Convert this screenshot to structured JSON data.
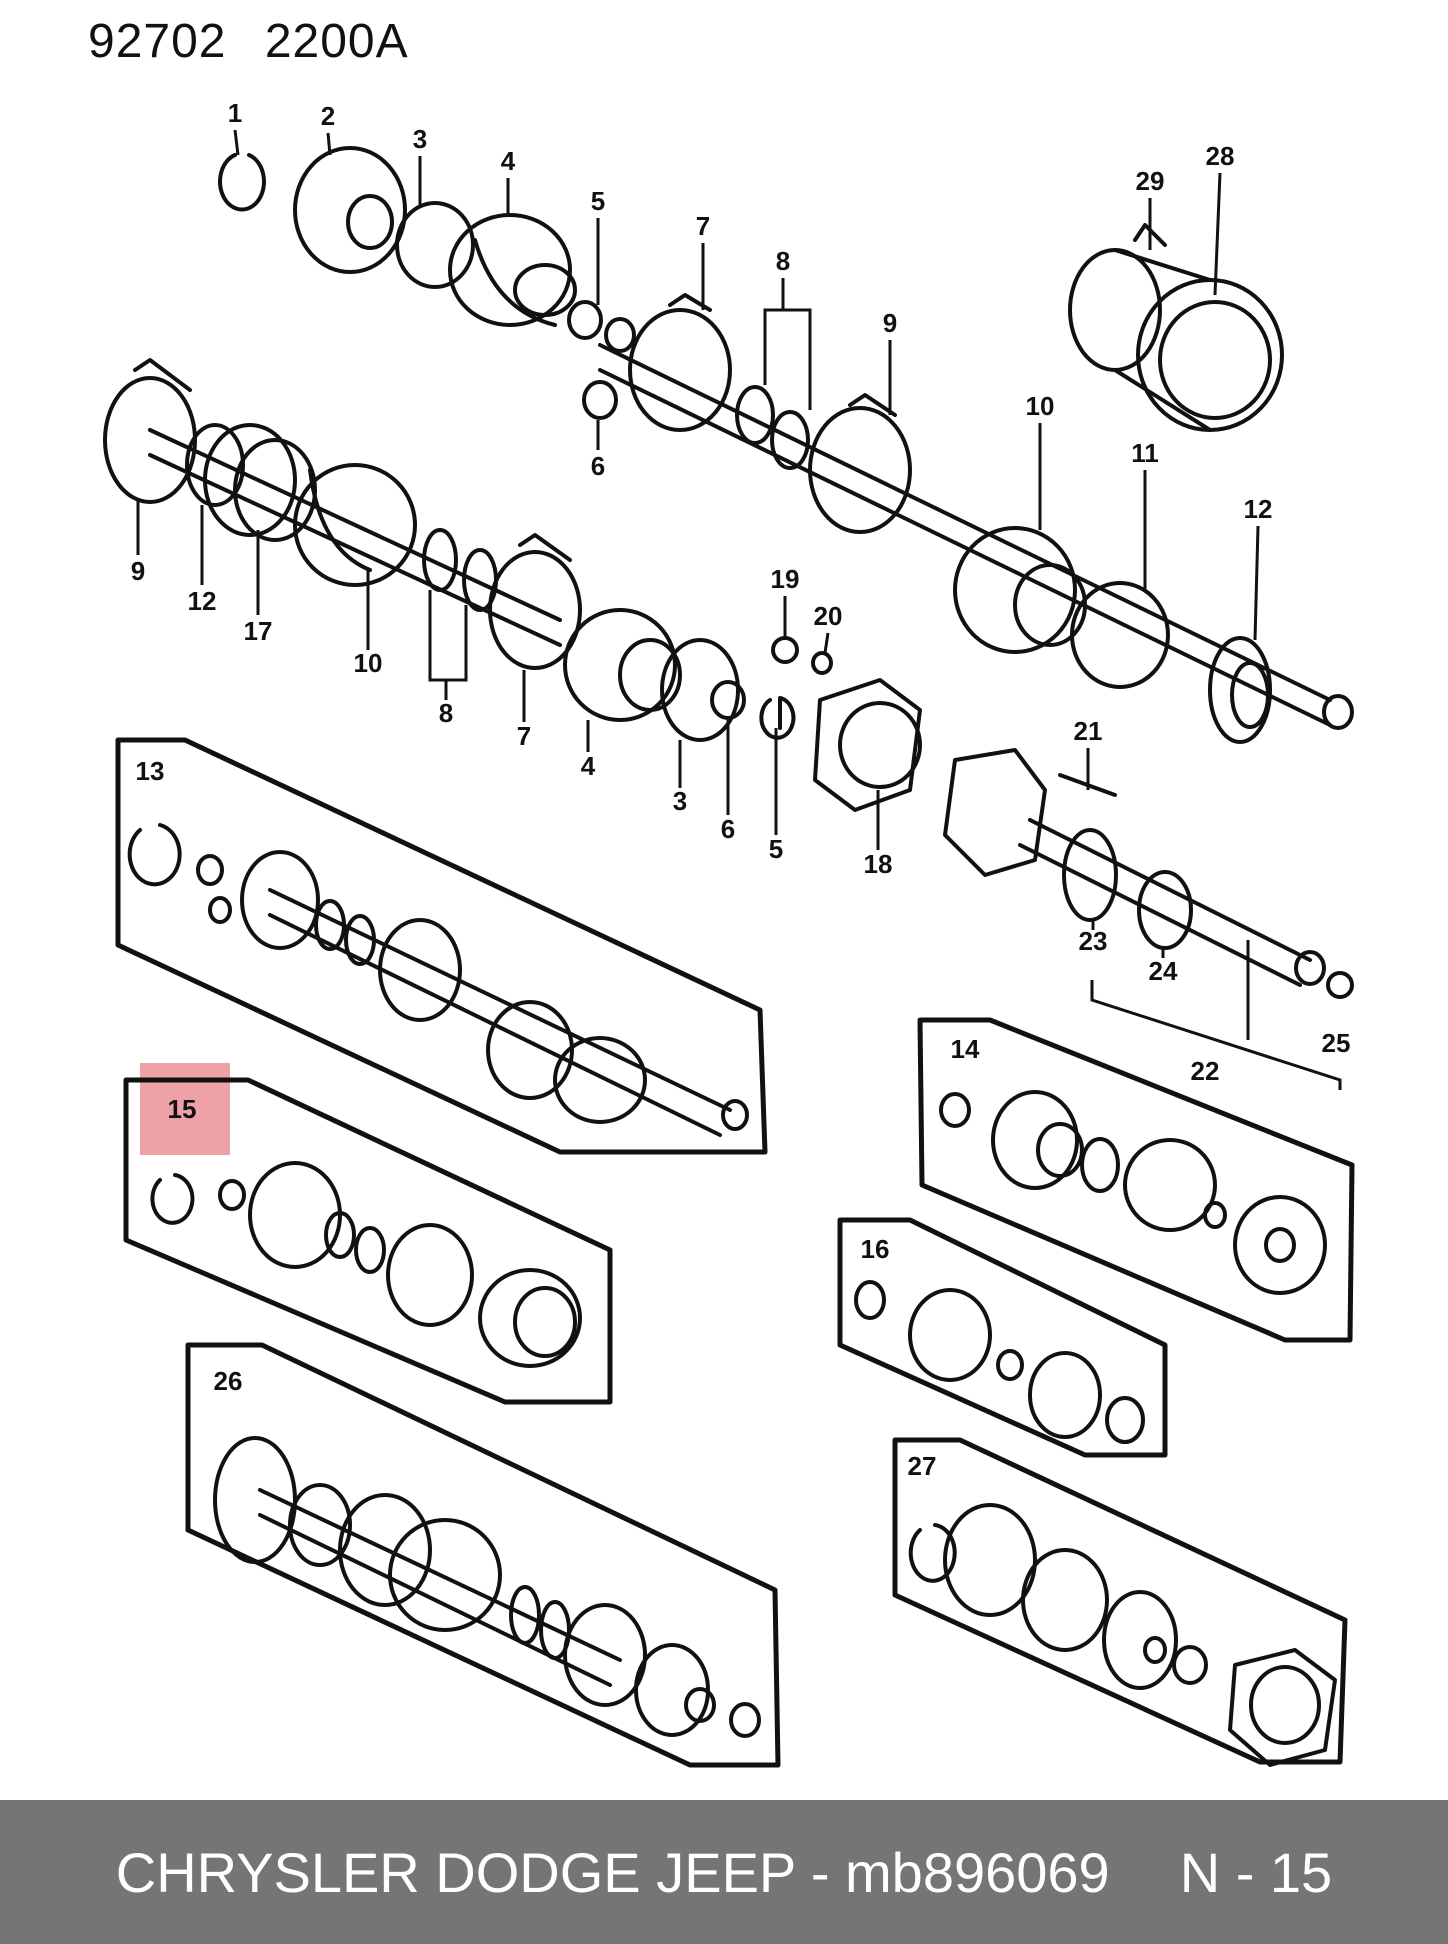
{
  "header": {
    "code1": "92702",
    "code2": "2200A"
  },
  "callouts": {
    "c1": "1",
    "c2": "2",
    "c3": "3",
    "c4": "4",
    "c5": "5",
    "c6": "6",
    "c7": "7",
    "c8": "8",
    "c9": "9",
    "c10": "10",
    "c11": "11",
    "c12": "12",
    "c13": "13",
    "c14": "14",
    "c15": "15",
    "c16": "16",
    "c17": "17",
    "c18": "18",
    "c19": "19",
    "c20": "20",
    "c21": "21",
    "c22": "22",
    "c23": "23",
    "c24": "24",
    "c25": "25",
    "c26": "26",
    "c27": "27",
    "c28": "28",
    "c29": "29"
  },
  "highlight": {
    "part_number": "15",
    "color": "#e8828a"
  },
  "footer": {
    "brand_part": "CHRYSLER DODGE JEEP - mb896069",
    "page_ref": "N - 15"
  },
  "colors": {
    "footer_bg": "#757575",
    "ink": "#111111"
  }
}
